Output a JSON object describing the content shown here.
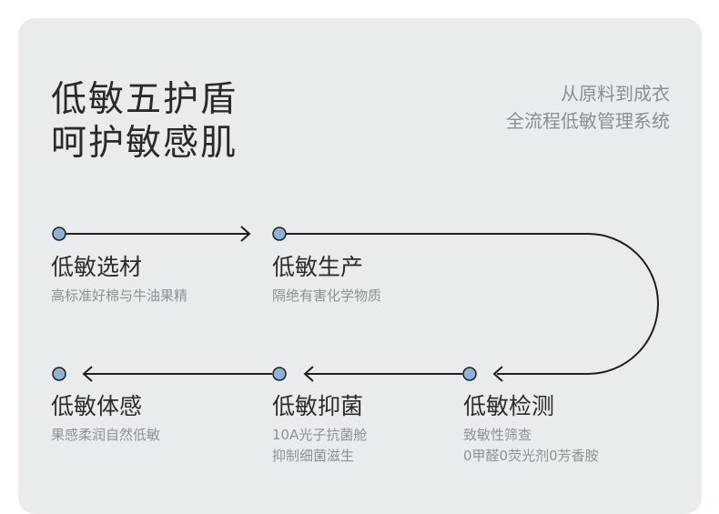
{
  "headline": {
    "line1": "低敏五护盾",
    "line2": "呵护敏感肌"
  },
  "tagline": {
    "line1": "从原料到成衣",
    "line2": "全流程低敏管理系统"
  },
  "colors": {
    "background": "#e9eced",
    "dot": "#8fb3d6",
    "line": "#1f1f1f",
    "title": "#2b2b2b",
    "desc": "#8d9296"
  },
  "steps": [
    {
      "title": "低敏选材",
      "desc": [
        "高标准好棉与牛油果精"
      ]
    },
    {
      "title": "低敏生产",
      "desc": [
        "隔绝有害化学物质"
      ]
    },
    {
      "title": "低敏检测",
      "desc": [
        "致敏性筛查",
        "0甲醛0荧光剂0芳香胺"
      ]
    },
    {
      "title": "低敏抑菌",
      "desc": [
        "10A光子抗菌舱",
        "抑制细菌滋生"
      ]
    },
    {
      "title": "低敏体感",
      "desc": [
        "果感柔润自然低敏"
      ]
    }
  ]
}
